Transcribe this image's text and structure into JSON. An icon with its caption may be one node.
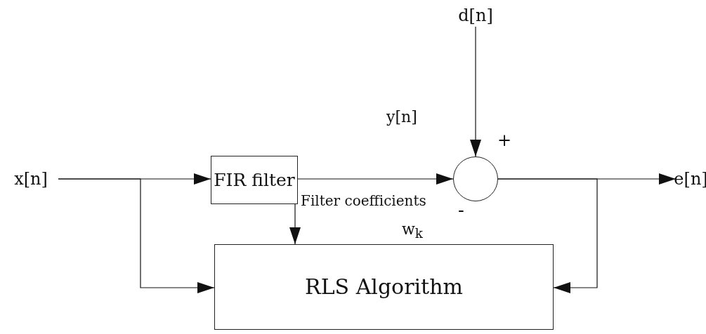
{
  "diagram": {
    "nodes": [
      {
        "text": [
          "x[n]"
        ]
      },
      {
        "text": [
          "FIR filter"
        ]
      },
      {
        "text": [],
        "shape": "circle"
      },
      {
        "text": [
          "d[n]"
        ]
      },
      {
        "text": [
          "e[n]"
        ]
      },
      {
        "text": [
          "RLS Algorithm"
        ]
      }
    ],
    "edges": [
      {
        "from": 0,
        "to": 1,
        "arrow": "to"
      },
      {
        "from": 0,
        "to": 5,
        "arrow": "to"
      },
      {
        "from": 1,
        "to": 2,
        "arrow": "to",
        "label": "y[n]"
      },
      {
        "from": 3,
        "to": 2,
        "arrow": "to"
      },
      {
        "from": 2,
        "to": 4,
        "arrow": "to"
      },
      {
        "from": 2,
        "to": 5,
        "arrow": "to"
      },
      {
        "from": 1,
        "to": 5,
        "arrow": "to",
        "label": "Filter coefficients"
      }
    ],
    "labels": [
      "+",
      "-",
      "w$_{k}$"
    ]
  }
}
